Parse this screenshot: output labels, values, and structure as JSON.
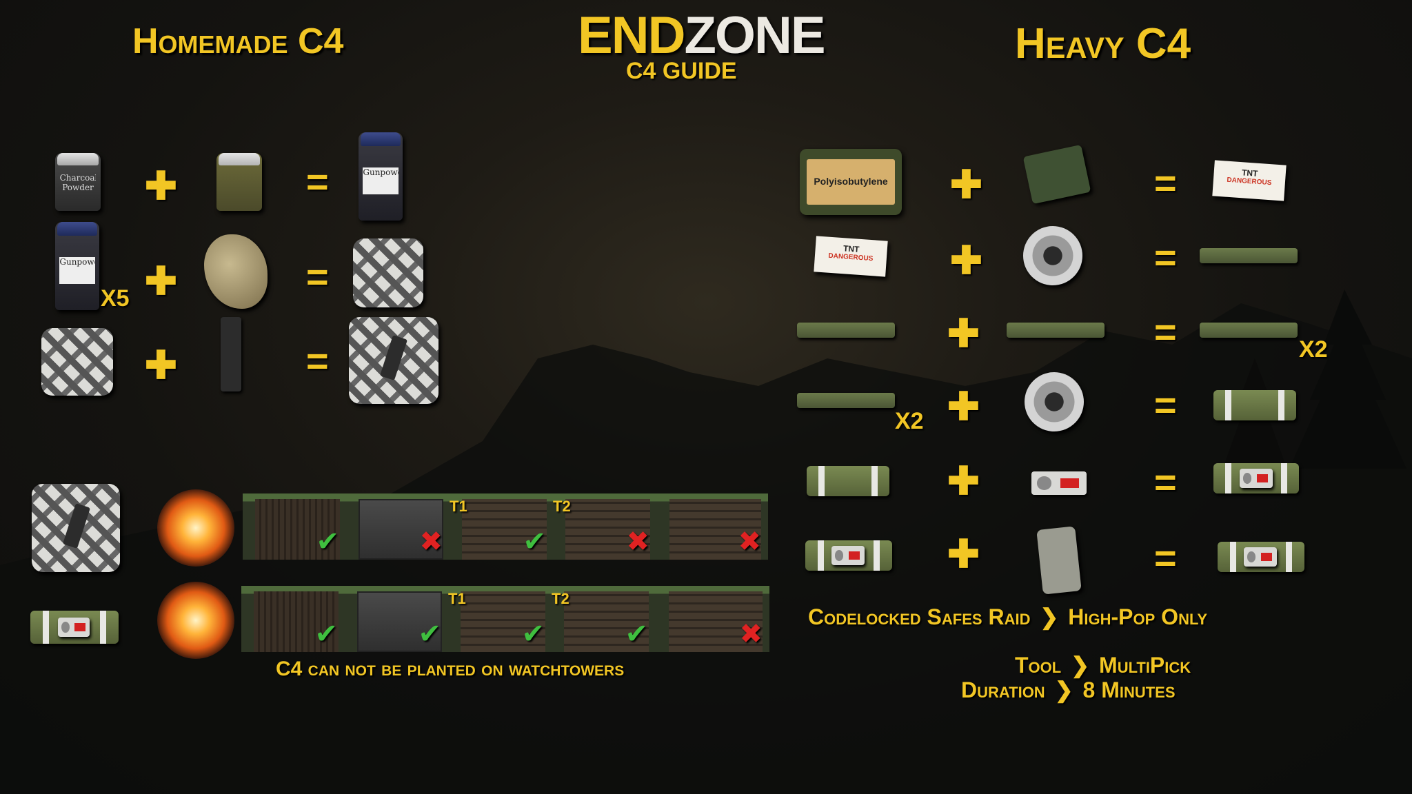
{
  "brand": {
    "logo_part1": "END",
    "logo_part2": "ZONE",
    "subtitle": "C4 GUIDE"
  },
  "colors": {
    "accent": "#f2c624",
    "check": "#3fbf3f",
    "cross": "#e02222"
  },
  "homemade": {
    "title": "Homemade C4",
    "rows": [
      {
        "inputs": [
          "Charcoal Powder",
          "Pot jar"
        ],
        "output": "Gunpowder",
        "plus": "✚",
        "equals": "="
      },
      {
        "inputs": [
          "Gunpowder",
          "Rag"
        ],
        "output": "Plastic Explosive",
        "multiplier": "X5",
        "plus": "✚",
        "equals": "="
      },
      {
        "inputs": [
          "Plastic Explosive",
          "Radio"
        ],
        "output": "Homemade C4",
        "plus": "✚",
        "equals": "="
      }
    ],
    "jar_labels": {
      "charcoal": "Charcoal Powder",
      "gunpowder": "Gunpowder"
    }
  },
  "heavy": {
    "title": "Heavy C4",
    "multipliers": {
      "row3": "X2",
      "row4": "X2"
    },
    "labels": {
      "polyiso": "Polyisobutylene",
      "tnt": "TNT",
      "tnt_sub": "DANGEROUS"
    },
    "plus": "✚",
    "equals": "="
  },
  "raid": {
    "homemade_results": [
      {
        "tier": "",
        "result": "✔"
      },
      {
        "tier": "",
        "result": "✖"
      },
      {
        "tier": "T1",
        "result": "✔"
      },
      {
        "tier": "T2",
        "result": "✖"
      },
      {
        "tier": "",
        "result": "✖"
      }
    ],
    "heavy_results": [
      {
        "tier": "",
        "result": "✔"
      },
      {
        "tier": "",
        "result": "✔"
      },
      {
        "tier": "T1",
        "result": "✔"
      },
      {
        "tier": "T2",
        "result": "✔"
      },
      {
        "tier": "",
        "result": "✖"
      }
    ],
    "watchtower_note": "C4 can not be planted on watchtowers"
  },
  "info": {
    "safes_label": "Codelocked Safes Raid",
    "safes_value": "High-Pop Only",
    "tool_label": "Tool",
    "tool_value": "MultiPick",
    "duration_label": "Duration",
    "duration_value": "8 Minutes",
    "arrow": "❯"
  }
}
